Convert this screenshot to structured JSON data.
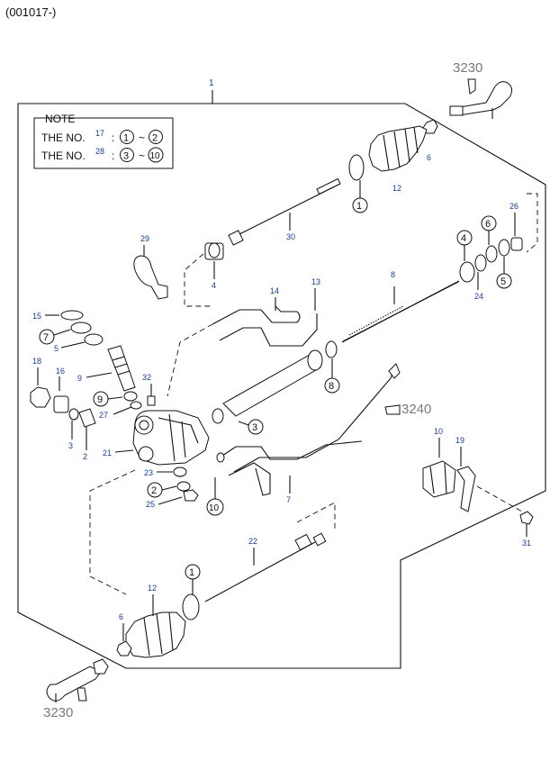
{
  "header_code": "(001017-)",
  "note": {
    "title": "NOTE",
    "row1_prefix": "THE NO.",
    "row1_num": "17",
    "row1_from": "1",
    "row1_to": "2",
    "row2_prefix": "THE NO.",
    "row2_num": "28",
    "row2_from": "3",
    "row2_to": "10",
    "colon": ":",
    "tilde": "~"
  },
  "labels": {
    "assembly": "1",
    "ref_3230_top": "3230",
    "ref_3230_bottom": "3230",
    "ref_3240": "3240",
    "p6a": "6",
    "p12a": "12",
    "p1a": "1",
    "p30": "30",
    "p29": "29",
    "p4a": "4",
    "p4b": "4",
    "p6b": "6",
    "p26": "26",
    "p24": "24",
    "p5a": "5",
    "p14": "14",
    "p13": "13",
    "p8a": "8",
    "p8b": "8",
    "p15": "15",
    "p7": "7",
    "p5b": "5",
    "p9a": "9",
    "p18": "18",
    "p16": "16",
    "p9b": "9",
    "p27": "27",
    "p32": "32",
    "p3a": "3",
    "p2a": "2",
    "p21": "21",
    "p3b": "3",
    "p23": "23",
    "p2b": "2",
    "p25": "25",
    "p10a": "10",
    "p7b": "7",
    "p10b": "10",
    "p19": "19",
    "p31": "31",
    "p22": "22",
    "p1b": "1",
    "p12b": "12",
    "p6c": "6"
  }
}
